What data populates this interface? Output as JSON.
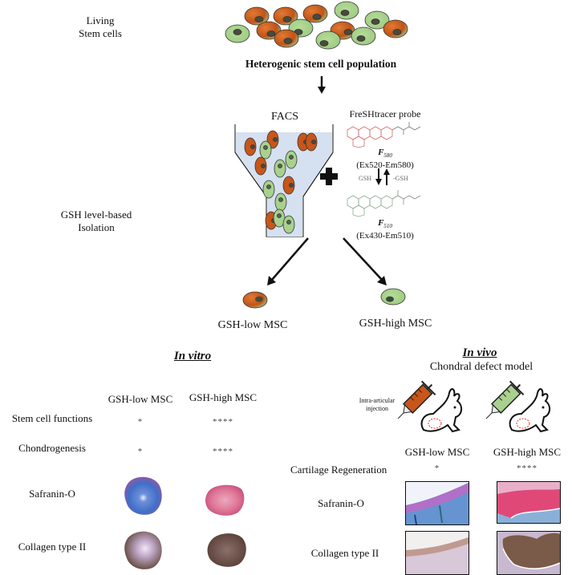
{
  "labels": {
    "living_stem_cells": [
      "Living",
      "Stem cells"
    ],
    "population_title": "Heterogenic stem cell population",
    "isolation": [
      "GSH level-based",
      "Isolation"
    ],
    "facs": "FACS",
    "probe_title": "FreSHtracer probe",
    "f580_name": "F",
    "f580_sub": "580",
    "f580_ex": "(Ex520-Em580)",
    "f510_name": "F",
    "f510_sub": "510",
    "f510_ex": "(Ex430-Em510)",
    "gsh_forward": "GSH",
    "gsh_reverse": "-GSH",
    "gsh_low": "GSH-low MSC",
    "gsh_high": "GSH-high MSC"
  },
  "in_vitro": {
    "title": "In vitro",
    "columns": [
      "GSH-low MSC",
      "GSH-high MSC"
    ],
    "rows": [
      {
        "label": "Stem cell functions",
        "values": [
          "*",
          "****"
        ]
      },
      {
        "label": "Chondrogenesis",
        "values": [
          "*",
          "****"
        ]
      }
    ],
    "image_rows": [
      {
        "label": "Safranin-O",
        "images": [
          "pellet-safranin-low",
          "pellet-safranin-high"
        ]
      },
      {
        "label": "Collagen  type II",
        "images": [
          "pellet-collagen-low",
          "pellet-collagen-high"
        ]
      }
    ]
  },
  "in_vivo": {
    "title": "In vivo",
    "subtitle": "Chondral defect model",
    "injection_label": [
      "Intra-articular",
      "injection"
    ],
    "columns": [
      "GSH-low MSC",
      "GSH-high MSC"
    ],
    "rows": [
      {
        "label": "Cartilage Regeneration",
        "values": [
          "*",
          "****"
        ]
      }
    ],
    "image_rows": [
      {
        "label": "Safranin-O",
        "images": [
          "histology-safranin-low",
          "histology-safranin-high"
        ]
      },
      {
        "label": "Collagen type II",
        "images": [
          "histology-collagen-low",
          "histology-collagen-high"
        ]
      }
    ]
  },
  "colors": {
    "orange_cell": "#c8561a",
    "green_cell": "#a9d18e",
    "funnel_fill": "#d5e0f0",
    "probe_red": "#d46a6a",
    "probe_green": "#7fa07f"
  }
}
